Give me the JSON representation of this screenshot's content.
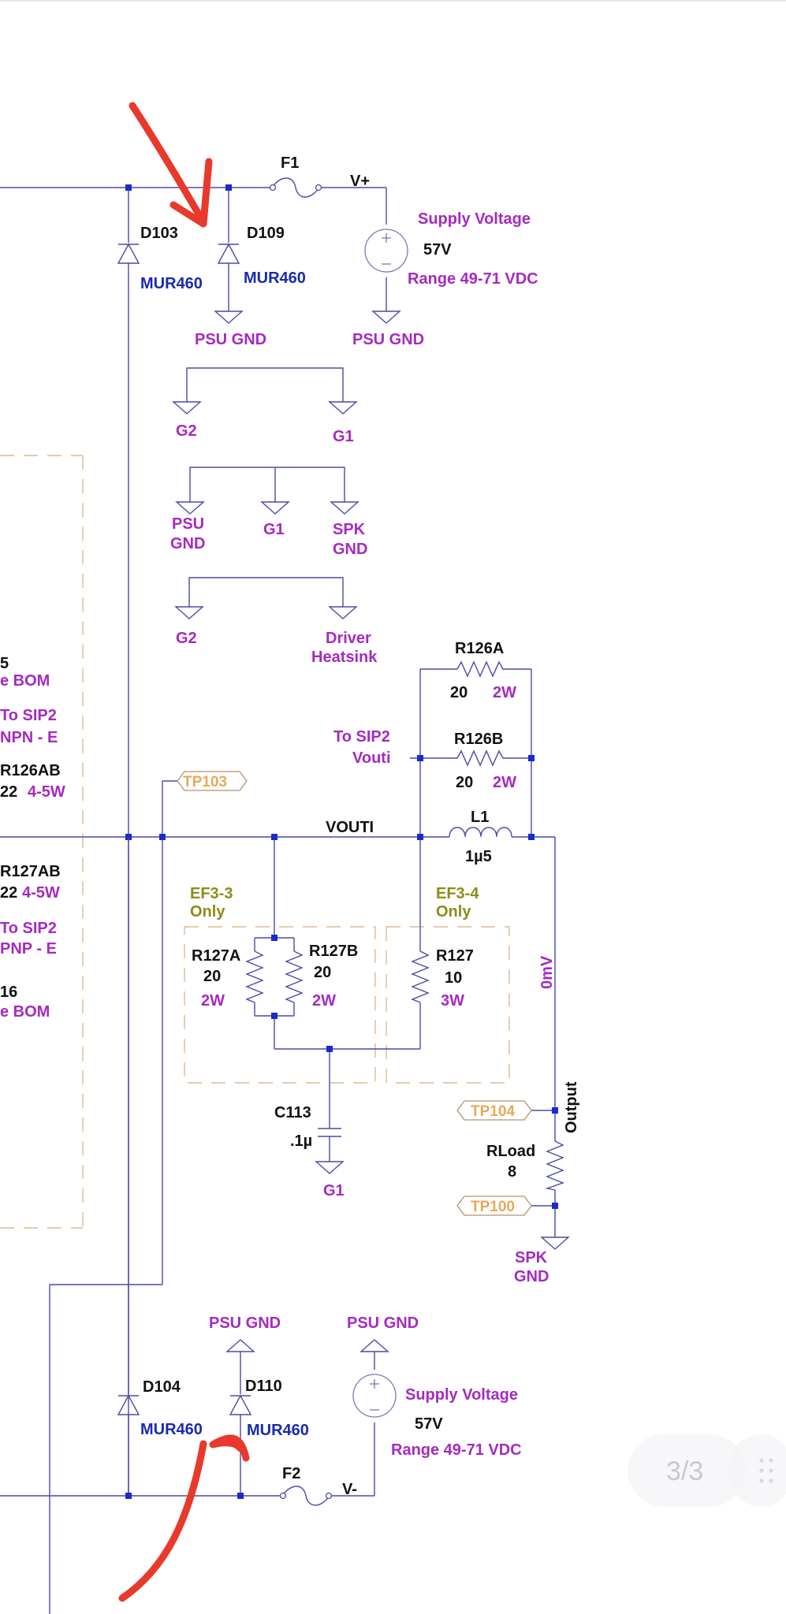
{
  "top_rail": {
    "fuse": "F1",
    "net": "V+",
    "diode_left": {
      "ref": "D103",
      "part": "MUR460"
    },
    "diode_right": {
      "ref": "D109",
      "part": "MUR460"
    },
    "diode_gnd": "PSU GND",
    "source_gnd": "PSU GND",
    "supply_label": "Supply Voltage",
    "supply_value": "57V",
    "supply_range": "Range 49-71 VDC"
  },
  "ground_links": {
    "row1": [
      "G2",
      "G1"
    ],
    "row2": [
      "PSU",
      "GND",
      "G1",
      "SPK",
      "GND"
    ],
    "row3": [
      "G2",
      "Driver",
      "Heatsink"
    ]
  },
  "left_notes": {
    "l1": "5",
    "l2": "e BOM",
    "l3": "To SIP2",
    "l4": "NPN - E",
    "l5": "R126AB",
    "l6": "22",
    "l7": "4-5W",
    "l8": "R127AB",
    "l9": "22",
    "l10": "4-5W",
    "l11": "To SIP2",
    "l12": "PNP - E",
    "l13": "16",
    "l14": "e BOM"
  },
  "output_network": {
    "r126a": {
      "ref": "R126A",
      "value": "20",
      "power": "2W"
    },
    "r126b": {
      "ref": "R126B",
      "value": "20",
      "power": "2W"
    },
    "to_sip2": "To SIP2",
    "vouti_label": "Vouti",
    "tp103": "TP103",
    "vouti_net": "VOUTI",
    "inductor": {
      "ref": "L1",
      "value": "1µ5"
    },
    "ef33": [
      "EF3-3",
      "Only"
    ],
    "ef34": [
      "EF3-4",
      "Only"
    ],
    "r127a": {
      "ref": "R127A",
      "value": "20",
      "power": "2W"
    },
    "r127b": {
      "ref": "R127B",
      "value": "20",
      "power": "2W"
    },
    "r127": {
      "ref": "R127",
      "value": "10",
      "power": "3W"
    },
    "cap": {
      "ref": "C113",
      "value": ".1µ",
      "gnd": "G1"
    },
    "zero_mv": "0mV",
    "output": "Output",
    "tp104": "TP104",
    "tp100": "TP100",
    "rload": {
      "ref": "RLoad",
      "value": "8"
    },
    "spk_gnd": [
      "SPK",
      "GND"
    ]
  },
  "bottom_rail": {
    "diode_gnd": "PSU GND",
    "source_gnd": "PSU GND",
    "diode_left": {
      "ref": "D104",
      "part": "MUR460"
    },
    "diode_right": {
      "ref": "D110",
      "part": "MUR460"
    },
    "supply_label": "Supply Voltage",
    "supply_value": "57V",
    "supply_range": "Range 49-71 VDC",
    "fuse": "F2",
    "net": "V-"
  },
  "page_indicator": "3/3",
  "colors": {
    "wire": "#4a4aa8",
    "junction": "#1a2acc",
    "label_black": "#111111",
    "label_magenta": "#a52ac0",
    "label_blue": "#1a2ab0",
    "testpoint": "#e8a85a",
    "note_olive": "#8c8c18",
    "box_dashed": "#e0b890",
    "annotation_red": "#e8392c"
  }
}
